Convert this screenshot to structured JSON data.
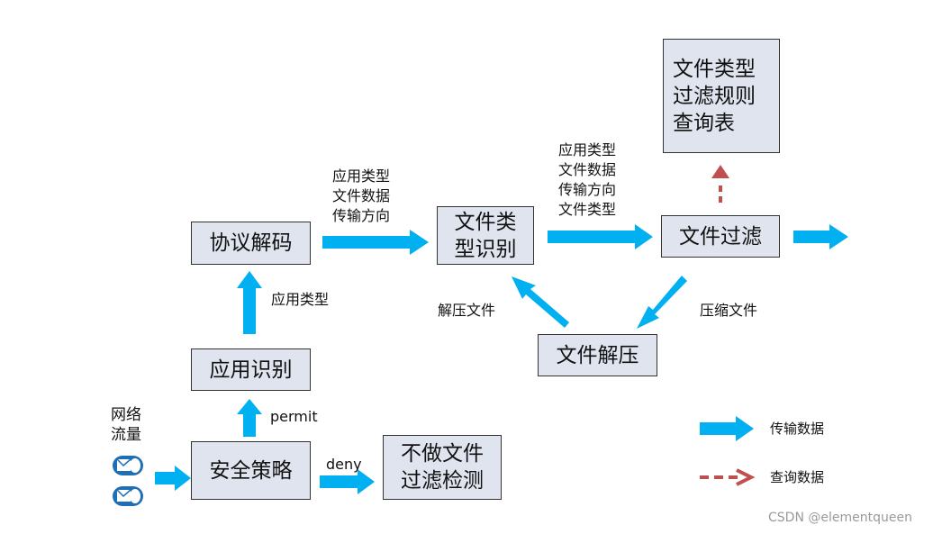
{
  "nodes": {
    "protocol_decode": "协议解码",
    "file_type_identify": "文件类\n型识别",
    "file_filter": "文件过滤",
    "rule_table": "文件类型\n过滤规则\n查询表",
    "app_identify": "应用识别",
    "file_decompress": "文件解压",
    "security_policy": "安全策略",
    "no_filter_detect": "不做文件\n过滤检测"
  },
  "edge_labels": {
    "decode_to_identify": "应用类型\n文件数据\n传输方向",
    "identify_to_filter": "应用类型\n文件数据\n传输方向\n文件类型",
    "app_to_decode": "应用类型",
    "decompress_to_identify": "解压文件",
    "filter_to_decompress": "压缩文件",
    "policy_permit": "permit",
    "policy_deny": "deny",
    "network_traffic": "网络\n流量"
  },
  "legend": {
    "transmit": "传输数据",
    "query": "查询数据"
  },
  "colors": {
    "arrow": "#00b0f0",
    "query_arrow": "#c0504d",
    "box_fill": "#dfe4ef",
    "icon": "#1f6fb5"
  },
  "watermark": "CSDN @elementqueen"
}
